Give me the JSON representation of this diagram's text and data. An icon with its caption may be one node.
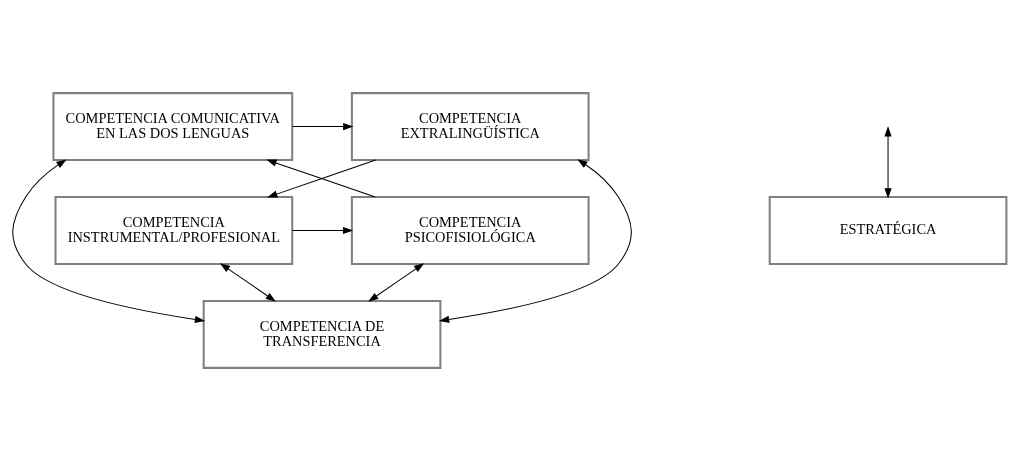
{
  "diagram": {
    "nodes": [
      {
        "text": [
          "COMPETENCIA COMUNICATIVA EN LAS DOS LENGUAS"
        ]
      },
      {
        "text": [
          "COMPETENCIA EXTRALINGÜÍSTICA"
        ]
      },
      {
        "text": [
          "COMPETENCIA DE TRANSFERENCIA"
        ]
      },
      {
        "text": [
          "COMPETENCIA PSICOFISIOLÓGICA"
        ]
      },
      {
        "text": [
          "COMPETENCIA INSTRUMENTAL/PROFESIONAL"
        ]
      },
      {
        "text": [
          "ESTRATÉGICA"
        ]
      }
    ],
    "edges": [
      {
        "from": 0,
        "to": 1,
        "arrow": "to"
      },
      {
        "from": 1,
        "to": 4,
        "arrow": "to"
      },
      {
        "from": 3,
        "to": 0,
        "arrow": "to"
      },
      {
        "from": 0,
        "to": 2,
        "arrow": "both"
      },
      {
        "from": 1,
        "to": 2,
        "arrow": "both"
      },
      {
        "from": 3,
        "to": 2,
        "arrow": "both"
      },
      {
        "from": 4,
        "to": 2,
        "arrow": "both"
      },
      {
        "from": 4,
        "to": 3,
        "arrow": "to"
      },
      {
        "from": null,
        "to": 5,
        "arrow": "both"
      }
    ]
  }
}
